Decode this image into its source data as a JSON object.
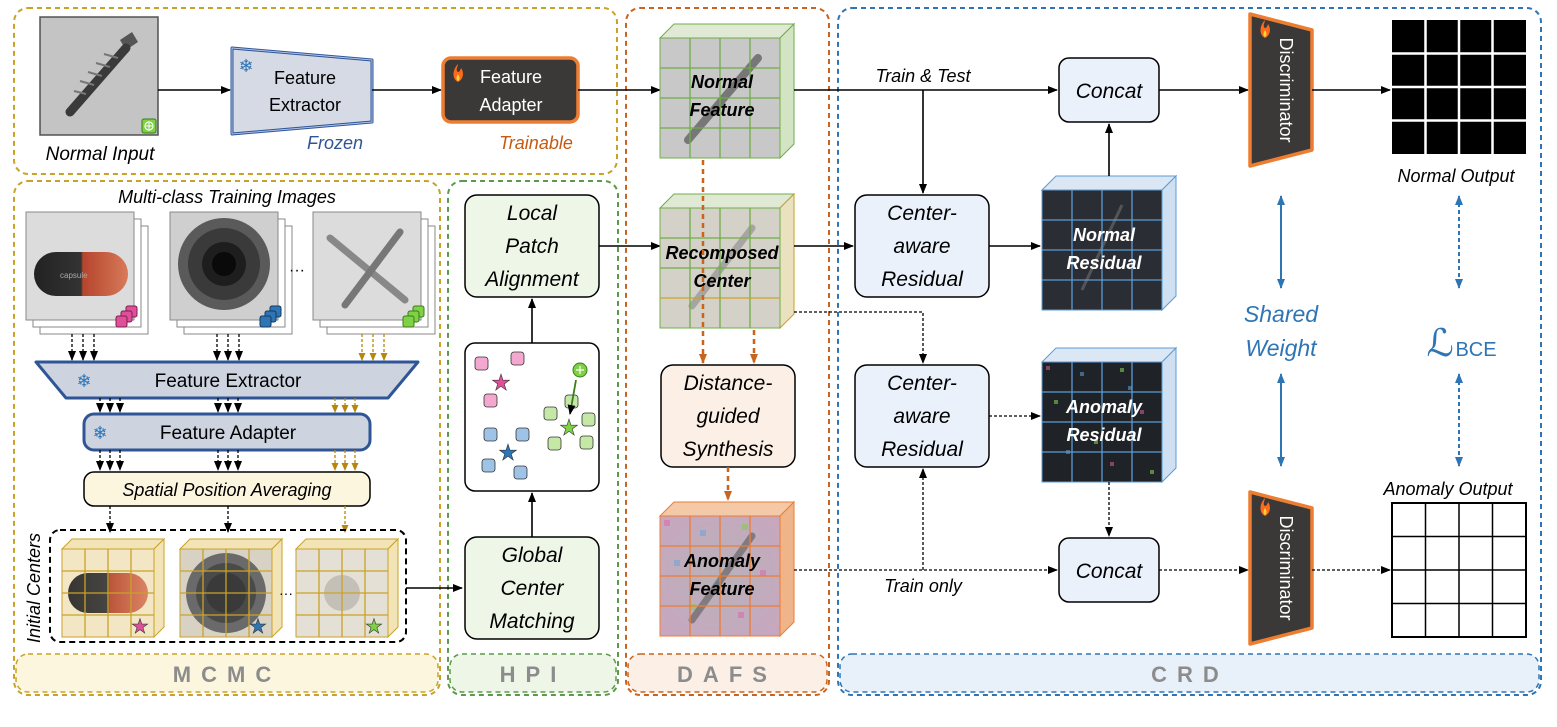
{
  "colors": {
    "mcmc": "#c9a227",
    "hpi": "#5a9a48",
    "dafs": "#c8641e",
    "crd": "#2e75b6",
    "frozen_text": "#2f5597",
    "trainable_text": "#c55a11",
    "grid_green": "#70ad47",
    "grid_blue": "#5b9bd5",
    "grid_gold": "#c9a227",
    "pink": "#e0509a",
    "blue": "#2e75b6",
    "green": "#7fd146"
  },
  "top": {
    "normal_input_label": "Normal Input",
    "extractor_line1": "Feature",
    "extractor_line2": "Extractor",
    "frozen_label": "Frozen",
    "adapter_line1": "Feature",
    "adapter_line2": "Adapter",
    "trainable_label": "Trainable"
  },
  "mcmc": {
    "title": "Multi-class Training Images",
    "ellipsis": "···",
    "feature_extractor": "Feature Extractor",
    "feature_adapter": "Feature Adapter",
    "spatial_averaging": "Spatial Position Averaging",
    "initial_centers": "Initial Centers",
    "section_label": "MCMC"
  },
  "hpi": {
    "local_line1": "Local",
    "local_line2": "Patch",
    "local_line3": "Alignment",
    "global_line1": "Global",
    "global_line2": "Center",
    "global_line3": "Matching",
    "section_label": "HPI"
  },
  "dafs": {
    "normal_feature_line1": "Normal",
    "normal_feature_line2": "Feature",
    "recomposed_line1": "Recomposed",
    "recomposed_line2": "Center",
    "synthesis_line1": "Distance-",
    "synthesis_line2": "guided",
    "synthesis_line3": "Synthesis",
    "anomaly_feature_line1": "Anomaly",
    "anomaly_feature_line2": "Feature",
    "section_label": "DAFS"
  },
  "crd": {
    "train_test": "Train & Test",
    "train_only": "Train only",
    "concat_top": "Concat",
    "concat_bottom": "Concat",
    "car_line1": "Center-",
    "car_line2": "aware",
    "car_line3": "Residual",
    "normal_residual_line1": "Normal",
    "normal_residual_line2": "Residual",
    "anomaly_residual_line1": "Anomaly",
    "anomaly_residual_line2": "Residual",
    "discriminator": "Discriminator",
    "shared_line1": "Shared",
    "shared_line2": "Weight",
    "loss_symbol": "ℒ",
    "loss_subscript": "BCE",
    "normal_output": "Normal Output",
    "anomaly_output": "Anomaly Output",
    "section_label": "CRD"
  }
}
